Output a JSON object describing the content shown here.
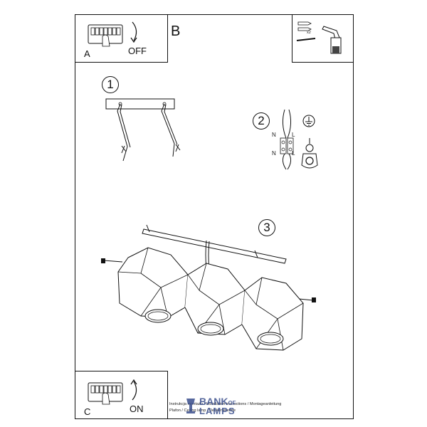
{
  "boxA": {
    "letter": "A",
    "action": "OFF"
  },
  "section": {
    "letter": "B"
  },
  "steps": [
    "1",
    "2",
    "3"
  ],
  "wiring": {
    "n_top": "N",
    "l_top": "L",
    "n_bottom": "N",
    "l_bottom": "L"
  },
  "tools": {
    "quantity": "x2"
  },
  "boxC": {
    "letter": "C",
    "action": "ON"
  },
  "footer": {
    "line1": "Instrukcja montażu / Installation instructions / Montageanleitung",
    "line2": "Plafon / Ceiling lamp / Deckenleuchte"
  },
  "watermark": {
    "line1": "BANK",
    "line1_small": "OF",
    "line2": "LAMPS"
  }
}
